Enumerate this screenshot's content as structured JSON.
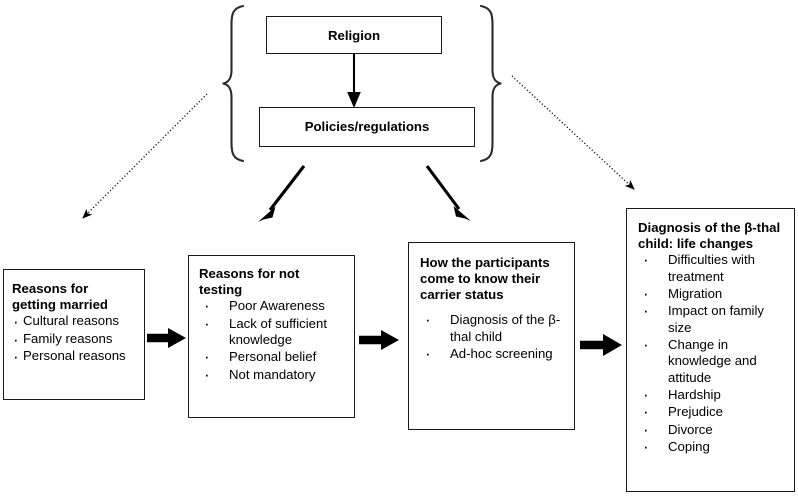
{
  "diagram": {
    "type": "flowchart",
    "title": "",
    "nodes": {
      "religion": {
        "label": "Religion",
        "shape": "rectangle"
      },
      "policies": {
        "label": "Policies/regulations",
        "shape": "rectangle"
      },
      "reasons_married": {
        "title": "Reasons for getting married",
        "bullets": [
          "Cultural reasons",
          "Family reasons",
          "Personal reasons"
        ]
      },
      "reasons_not_testing": {
        "title": "Reasons for not testing",
        "bullets": [
          "Poor Awareness",
          "Lack of sufficient knowledge",
          "Personal belief",
          "Not mandatory"
        ]
      },
      "carrier_status": {
        "title": "How the participants come to know their carrier status",
        "bullets": [
          "Diagnosis of the β-thal child",
          "Ad-hoc screening"
        ]
      },
      "diagnosis_life_changes": {
        "title": "Diagnosis of the β-thal child: life changes",
        "bullets": [
          "Difficulties with treatment",
          "Migration",
          "Impact on family size",
          "Change in knowledge and attitude",
          "Hardship",
          "Prejudice",
          "Divorce",
          "Coping"
        ]
      }
    },
    "connectors": [
      {
        "name": "religion-to-policies",
        "style": "solid",
        "direction": "down"
      },
      {
        "name": "brace-to-reasons-married",
        "style": "dotted",
        "direction": "down-left"
      },
      {
        "name": "brace-to-diagnosis",
        "style": "dotted",
        "direction": "down-right"
      },
      {
        "name": "brace-to-reasons-not-testing",
        "style": "solid",
        "direction": "down-left"
      },
      {
        "name": "brace-to-carrier-status",
        "style": "solid",
        "direction": "down-right"
      },
      {
        "name": "married-to-not-testing",
        "style": "solid-thick",
        "direction": "right"
      },
      {
        "name": "not-testing-to-carrier",
        "style": "solid-thick",
        "direction": "right"
      },
      {
        "name": "carrier-to-diagnosis",
        "style": "solid-thick",
        "direction": "right"
      }
    ],
    "colors": {
      "stroke": "#1a1a1a",
      "text": "#000000",
      "background": "#ffffff"
    }
  }
}
